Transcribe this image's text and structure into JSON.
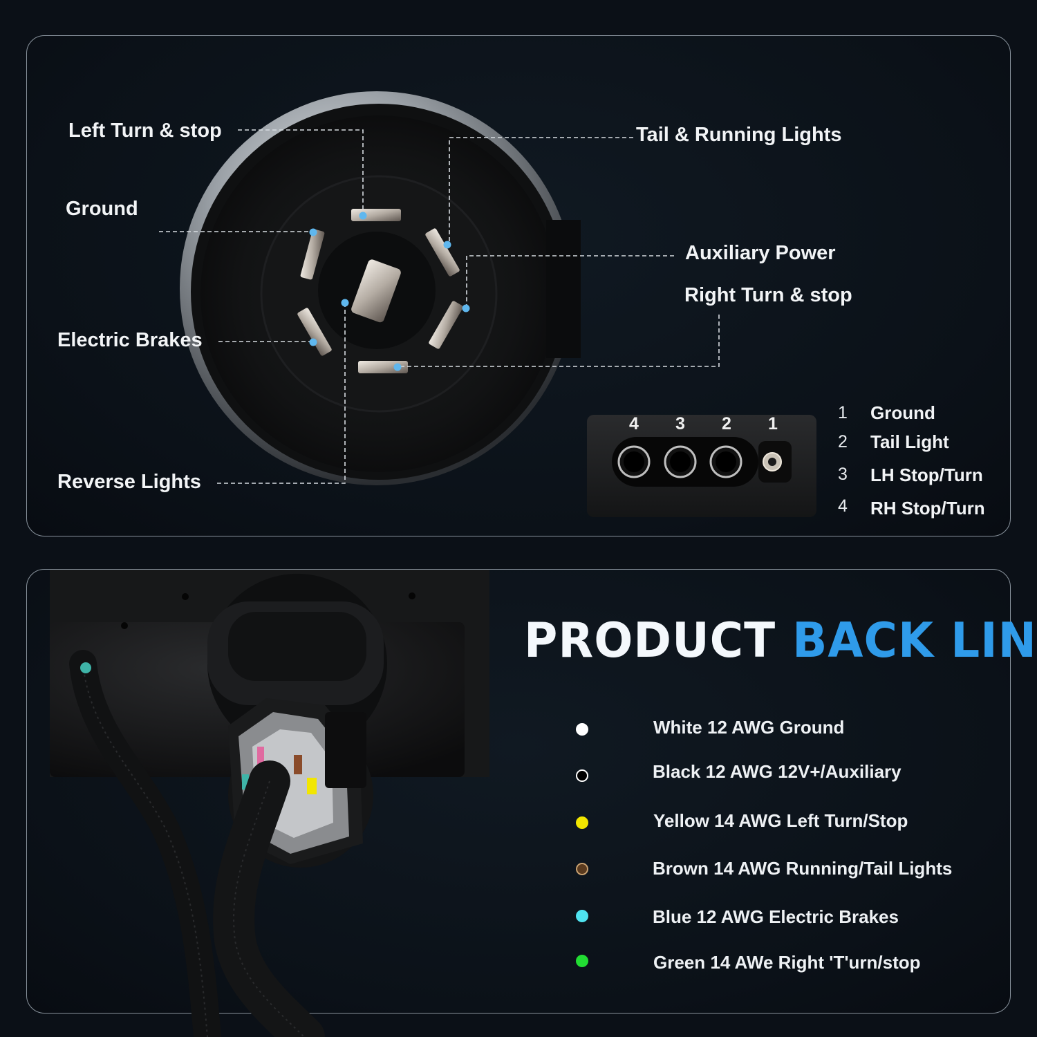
{
  "connector_7way": {
    "labels": {
      "left_turn": "Left Turn & stop",
      "tail_running": "Tail & Running Lights",
      "ground": "Ground",
      "aux_power": "Auxiliary Power",
      "right_turn": "Right Turn & stop",
      "electric_brakes": "Electric Brakes",
      "reverse_lights": "Reverse Lights"
    }
  },
  "connector_4way": {
    "pin_numbers": [
      "4",
      "3",
      "2",
      "1"
    ],
    "legend": [
      {
        "num": "1",
        "text": "Ground"
      },
      {
        "num": "2",
        "text": "Tail Light"
      },
      {
        "num": "3",
        "text": "LH Stop/Turn"
      },
      {
        "num": "4",
        "text": "RH Stop/Turn"
      }
    ]
  },
  "product_back_line": {
    "heading_white": "PRODUCT",
    "heading_blue": "BACK LINE",
    "wires": [
      {
        "color": "#ffffff",
        "outline": "#ffffff",
        "text": "White 12 AWG Ground"
      },
      {
        "color": "#000000",
        "outline": "#ffffff",
        "text": "Black 12 AWG 12V+/Auxiliary"
      },
      {
        "color": "#f2e600",
        "outline": "#f2e600",
        "text": "Yellow 14 AWG Left Turn/Stop"
      },
      {
        "color": "#5a3a1e",
        "outline": "#c8a070",
        "text": "Brown 14 AWG Running/Tail Lights"
      },
      {
        "color": "#4fe3ef",
        "outline": "#4fe3ef",
        "text": "Blue 12 AWG Electric Brakes"
      },
      {
        "color": "#22dd33",
        "outline": "#22dd33",
        "text": "Green 14 AWe Right 'T'urn/stop"
      }
    ]
  },
  "colors": {
    "accent_blue": "#2f9bea",
    "pin_marker": "#5fb7ee",
    "panel_border": "#8a949e"
  }
}
